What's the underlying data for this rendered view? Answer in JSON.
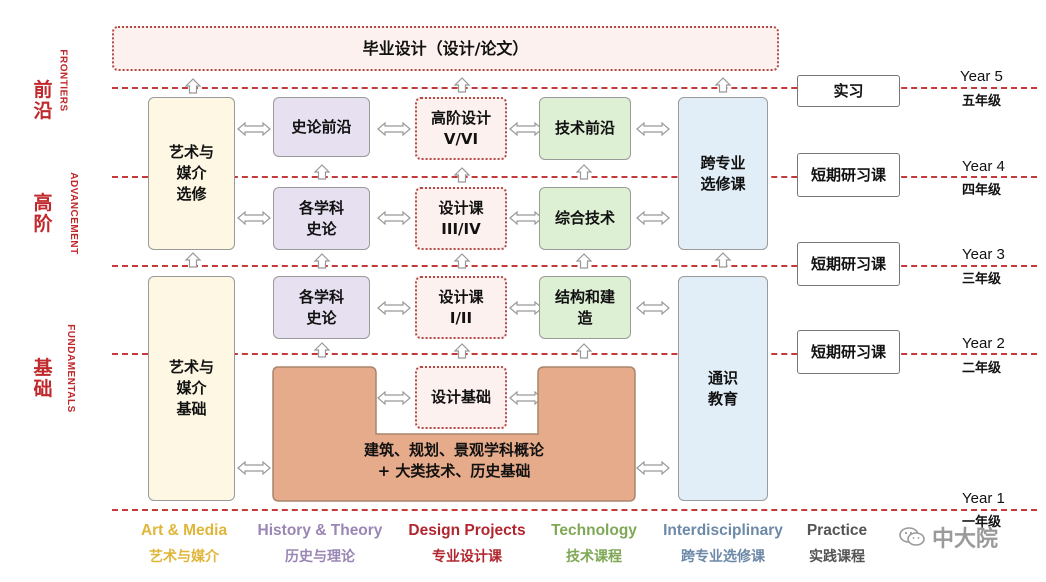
{
  "stages": {
    "frontiers": {
      "cn": "前沿",
      "en": "FRONTIERS"
    },
    "advancement": {
      "cn": "高阶",
      "en": "ADVANCEMENT"
    },
    "fundamentals": {
      "cn": "基础",
      "en": "FUNDAMENTALS"
    }
  },
  "years": [
    {
      "en": "Year 5",
      "cn": "五年级"
    },
    {
      "en": "Year 4",
      "cn": "四年级"
    },
    {
      "en": "Year 3",
      "cn": "三年级"
    },
    {
      "en": "Year 2",
      "cn": "二年级"
    },
    {
      "en": "Year 1",
      "cn": "一年级"
    }
  ],
  "boxes": {
    "thesis": "毕业设计（设计/论文）",
    "art_elective": "艺术与\n媒介\n选修",
    "art_basic": "艺术与\n媒介\n基础",
    "history_frontier": "史论前沿",
    "history_adv": "各学科\n史论",
    "history_basic": "各学科\n史论",
    "design_56": "高阶设计\nV/VI",
    "design_34": "设计课\nIII/IV",
    "design_12": "设计课\nI/II",
    "design_basics": "设计基础",
    "tech_frontier": "技术前沿",
    "tech_integrated": "综合技术",
    "tech_structure": "结构和建\n造",
    "interdisciplinary_elective": "跨专业\n选修课",
    "general_education": "通识\n教育",
    "foundation_intro": "建筑、规划、景观学科概论\n+ 大类技术、历史基础"
  },
  "practice": {
    "internship": "实习",
    "short_y4": "短期研习课",
    "short_y3": "短期研习课",
    "short_y2": "短期研习课"
  },
  "legend": [
    {
      "en": "Art & Media",
      "cn": "艺术与媒介",
      "color": "#e0b63a"
    },
    {
      "en": "History & Theory",
      "cn": "历史与理论",
      "color": "#9a86b4"
    },
    {
      "en": "Design Projects",
      "cn": "专业设计课",
      "color": "#b2262f"
    },
    {
      "en": "Technology",
      "cn": "技术课程",
      "color": "#7fa856"
    },
    {
      "en": "Interdisciplinary",
      "cn": "跨专业选修课",
      "color": "#6d89a8"
    },
    {
      "en": "Practice",
      "cn": "实践课程",
      "color": "#555555"
    }
  ],
  "watermark": "中大院",
  "colors": {
    "stage_red": "#c0282b",
    "foundation_fill": "#e6ab8a",
    "dashed_line": "#c23a3a"
  }
}
